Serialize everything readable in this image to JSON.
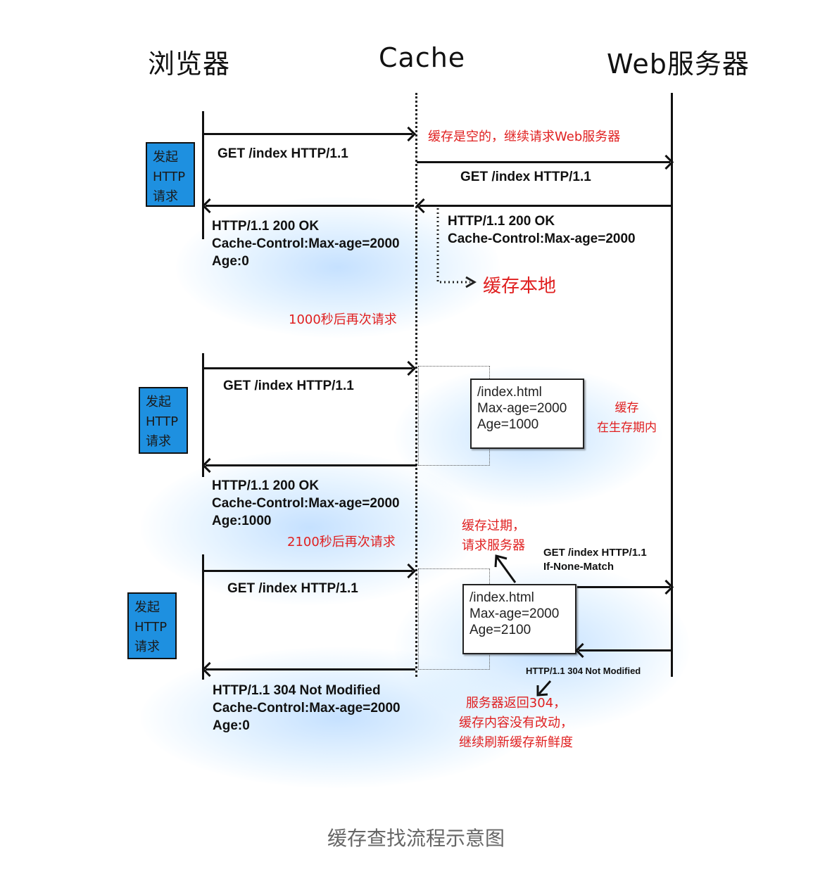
{
  "lanes": {
    "browser": "浏览器",
    "cache": "Cache",
    "server": "Web服务器"
  },
  "request_box": {
    "line1": "发起",
    "line2": "HTTP",
    "line3": "请求"
  },
  "phase1": {
    "browser_request": "GET /index HTTP/1.1",
    "cache_note": "缓存是空的，继续请求Web服务器",
    "cache_to_server": "GET /index HTTP/1.1",
    "server_response": [
      "HTTP/1.1 200 OK",
      "Cache-Control:Max-age=2000"
    ],
    "cache_local_note": "缓存本地",
    "browser_response": [
      "HTTP/1.1 200 OK",
      "Cache-Control:Max-age=2000",
      "Age:0"
    ]
  },
  "phase2": {
    "delay_note": "1000秒后再次请求",
    "browser_request": "GET /index HTTP/1.1",
    "cache_card": [
      "/index.html",
      "Max-age=2000",
      "Age=1000"
    ],
    "valid_note": [
      "缓存",
      "在生存期内"
    ],
    "browser_response": [
      "HTTP/1.1 200 OK",
      "Cache-Control:Max-age=2000",
      "Age:1000"
    ]
  },
  "phase3": {
    "delay_note": "2100秒后再次请求",
    "browser_request": "GET /index HTTP/1.1",
    "expired_note": [
      "缓存过期，",
      "请求服务器"
    ],
    "cache_to_server": [
      "GET /index HTTP/1.1",
      "If-None-Match"
    ],
    "cache_card": [
      "/index.html",
      "Max-age=2000",
      "Age=2100"
    ],
    "server_response": "HTTP/1.1 304 Not Modified",
    "server_note": [
      "服务器返回304，",
      "缓存内容没有改动，",
      "继续刷新缓存新鲜度"
    ],
    "browser_response": [
      "HTTP/1.1 304 Not Modified",
      "Cache-Control:Max-age=2000",
      "Age:0"
    ]
  },
  "caption": "缓存查找流程示意图"
}
